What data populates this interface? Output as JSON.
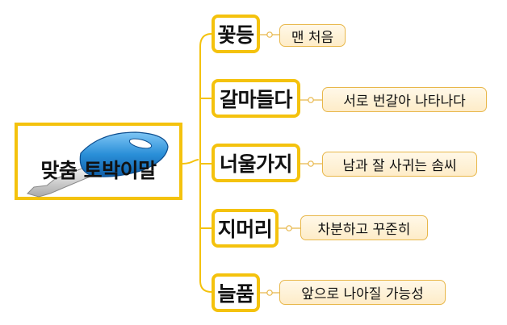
{
  "mindmap": {
    "root": {
      "label": "맞춤 토박이말",
      "icon": "key-icon"
    },
    "branches": [
      {
        "label": "꽃등",
        "leaf": "맨 처음"
      },
      {
        "label": "갈마들다",
        "leaf": "서로 번갈아 나타나다"
      },
      {
        "label": "너울가지",
        "leaf": "남과 잘 사귀는 솜씨"
      },
      {
        "label": "지머리",
        "leaf": "차분하고 꾸준히"
      },
      {
        "label": "늘품",
        "leaf": "앞으로 나아질 가능성"
      }
    ],
    "colors": {
      "accent": "#f4c20d",
      "leaf_border": "#e8b74a",
      "leaf_fill": "#feecc8",
      "key": "#2a8fd8"
    }
  }
}
